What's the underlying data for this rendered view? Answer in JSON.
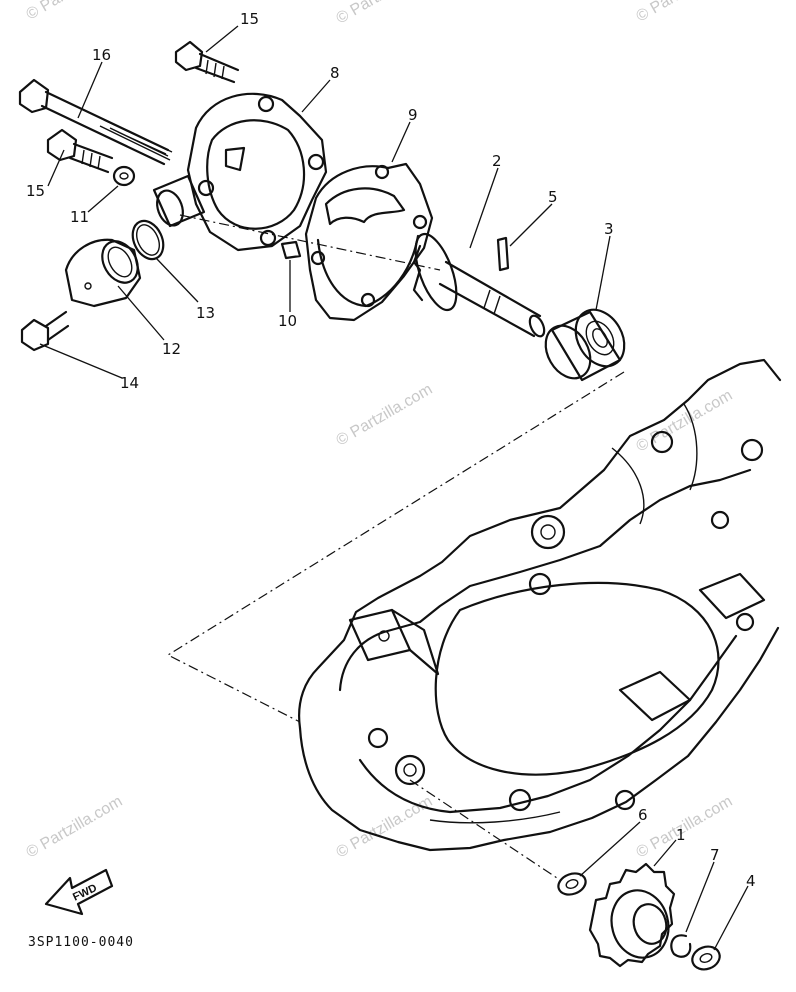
{
  "diagram": {
    "code": "3SP1100-0040",
    "fwd_label": "FWD",
    "watermark": "© Partzilla.com",
    "parts": {
      "p1": "1",
      "p2": "2",
      "p3": "3",
      "p4": "4",
      "p5": "5",
      "p6": "6",
      "p7": "7",
      "p8": "8",
      "p9": "9",
      "p10": "10",
      "p11": "11",
      "p12": "12",
      "p13": "13",
      "p14": "14",
      "p15a": "15",
      "p15b": "15",
      "p16": "16"
    }
  }
}
